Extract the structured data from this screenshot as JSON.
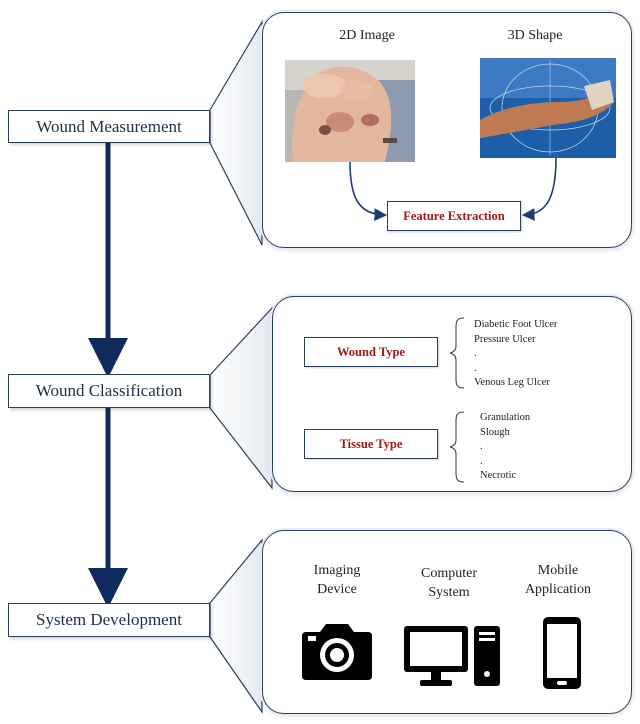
{
  "stages": {
    "measurement": "Wound Measurement",
    "classification": "Wound Classification",
    "development": "System Development"
  },
  "measurement_panel": {
    "image_2d_caption": "2D Image",
    "shape_3d_caption": "3D Shape",
    "feature_extraction": "Feature Extraction"
  },
  "classification_panel": {
    "wound_type": {
      "label": "Wound Type",
      "items": [
        "Diabetic Foot Ulcer",
        "Pressure Ulcer",
        ".",
        ".",
        "Venous Leg Ulcer"
      ]
    },
    "tissue_type": {
      "label": "Tissue Type",
      "items": [
        "Granulation",
        "Slough",
        ".",
        ".",
        "Necrotic"
      ]
    }
  },
  "development_panel": {
    "imaging_device": [
      "Imaging",
      "Device"
    ],
    "computer_system": [
      "Computer",
      "System"
    ],
    "mobile_application": [
      "Mobile",
      "Application"
    ]
  },
  "colors": {
    "stage_border": "#2a3f5f",
    "flow_arrow": "#0f2a5c",
    "label_red": "#a01818",
    "callout_fill": "#eef1f6"
  }
}
